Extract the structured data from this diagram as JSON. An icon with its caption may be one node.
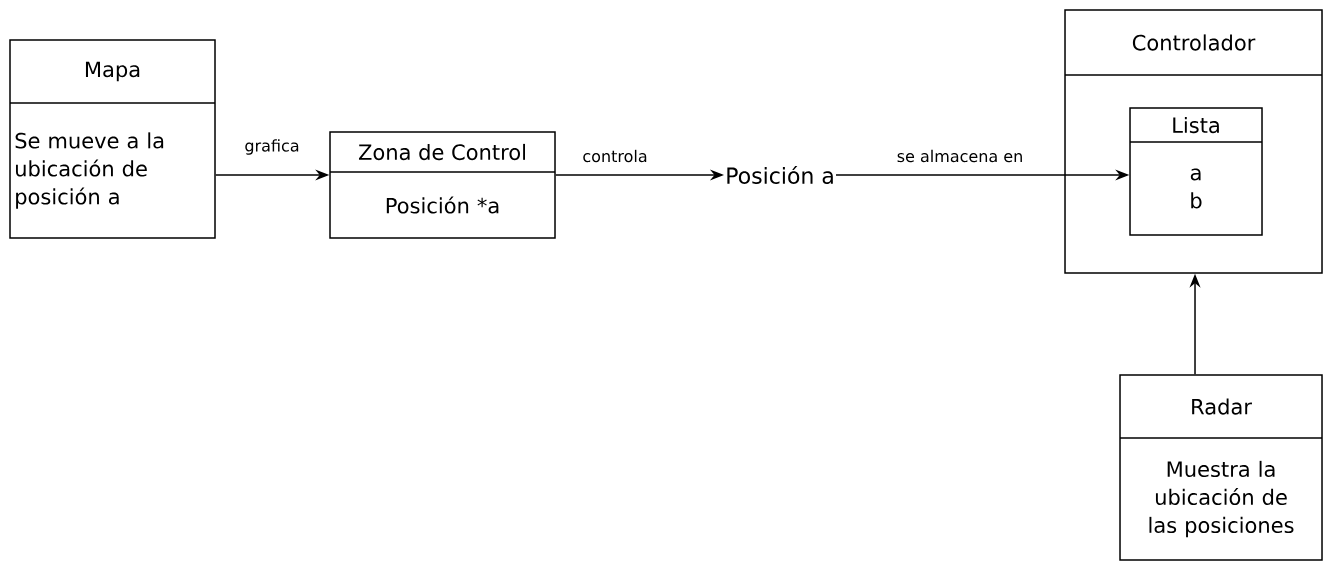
{
  "diagram": {
    "nodes": [
      {
        "text": [
          "Mapa",
          "Se mueve a la ubicación de posición a"
        ]
      },
      {
        "text": [
          "Zona de Control",
          "Posición *a"
        ]
      },
      {
        "text": [
          "Posición a"
        ]
      },
      {
        "text": [
          "Controlador"
        ]
      },
      {
        "text": [
          "Lista",
          "a b"
        ],
        "in": 3
      },
      {
        "text": [
          "Radar",
          "Muestra la ubicación de las posiciones"
        ]
      }
    ],
    "edges": [
      {
        "from": 0,
        "to": 1,
        "arrow": "to",
        "label": "grafica"
      },
      {
        "from": 1,
        "to": 2,
        "arrow": "to",
        "label": "controla"
      },
      {
        "from": 2,
        "to": 4,
        "arrow": "to",
        "label": "se almacena en"
      },
      {
        "from": 5,
        "to": 3,
        "arrow": "to"
      }
    ]
  }
}
